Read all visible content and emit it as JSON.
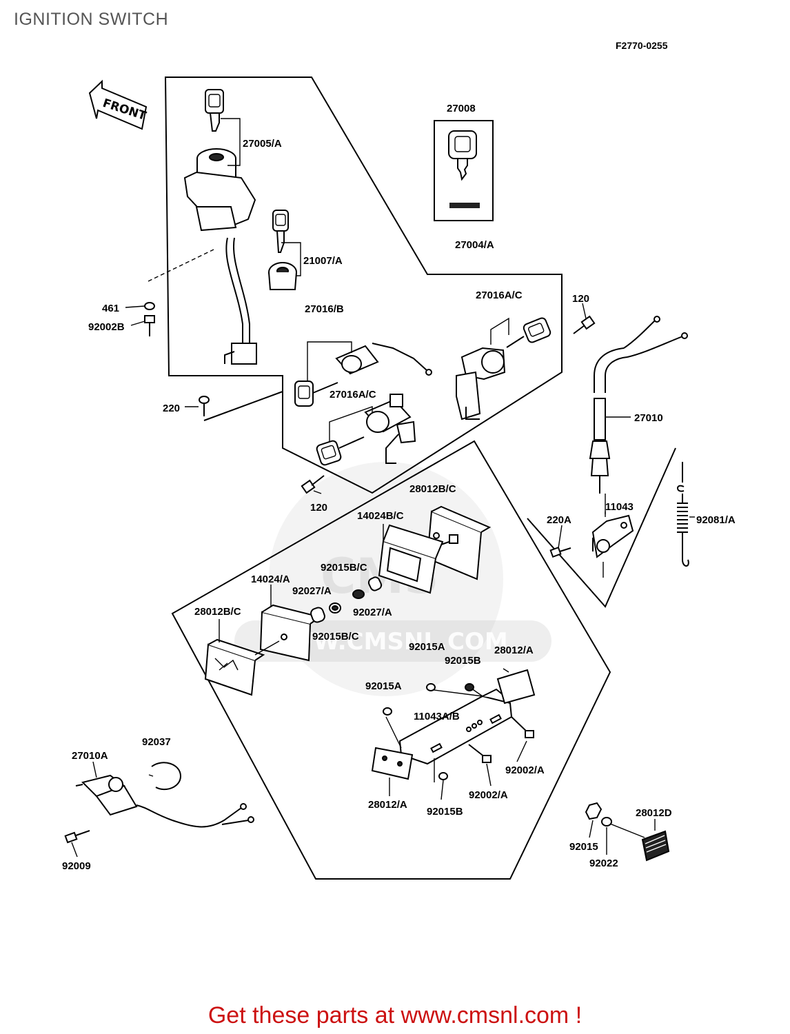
{
  "header": {
    "title": "IGNITION SWITCH",
    "figure_code": "F2770-0255"
  },
  "direction_arrow": {
    "label": "FRONT"
  },
  "watermark": {
    "url_text": "WWW.CMSNL.COM",
    "logo_text": "CMS"
  },
  "part_labels": {
    "p27005A": "27005/A",
    "p27008": "27008",
    "p21007A": "21007/A",
    "p27004A": "27004/A",
    "p461": "461",
    "p92002B": "92002B",
    "p27016B": "27016/B",
    "p27016AC_right": "27016A/C",
    "p120_top": "120",
    "p220": "220",
    "p27016AC_mid": "27016A/C",
    "p27010": "27010",
    "p120_bottom": "120",
    "p28012BC_top": "28012B/C",
    "p14024BC": "14024B/C",
    "p11043": "11043",
    "p220A": "220A",
    "p92081A": "92081/A",
    "p92015BC_top": "92015B/C",
    "p14024A": "14024/A",
    "p92027A_left": "92027/A",
    "p28012BC_left": "28012B/C",
    "p92027A_right": "92027/A",
    "p92015BC_bottom": "92015B/C",
    "p92015A_top": "92015A",
    "p92015B_top": "92015B",
    "p28012A_right": "28012/A",
    "p92015A_left": "92015A",
    "p11043AB": "11043A/B",
    "p92037": "92037",
    "p27010A": "27010A",
    "p92002A_right": "92002/A",
    "p92002A_bottom": "92002/A",
    "p28012A_bottom": "28012/A",
    "p92015B_bottom": "92015B",
    "p28012D": "28012D",
    "p92015": "92015",
    "p92022": "92022",
    "p92009": "92009"
  },
  "footer": {
    "text": "Get these parts at www.cmsnl.com !"
  }
}
